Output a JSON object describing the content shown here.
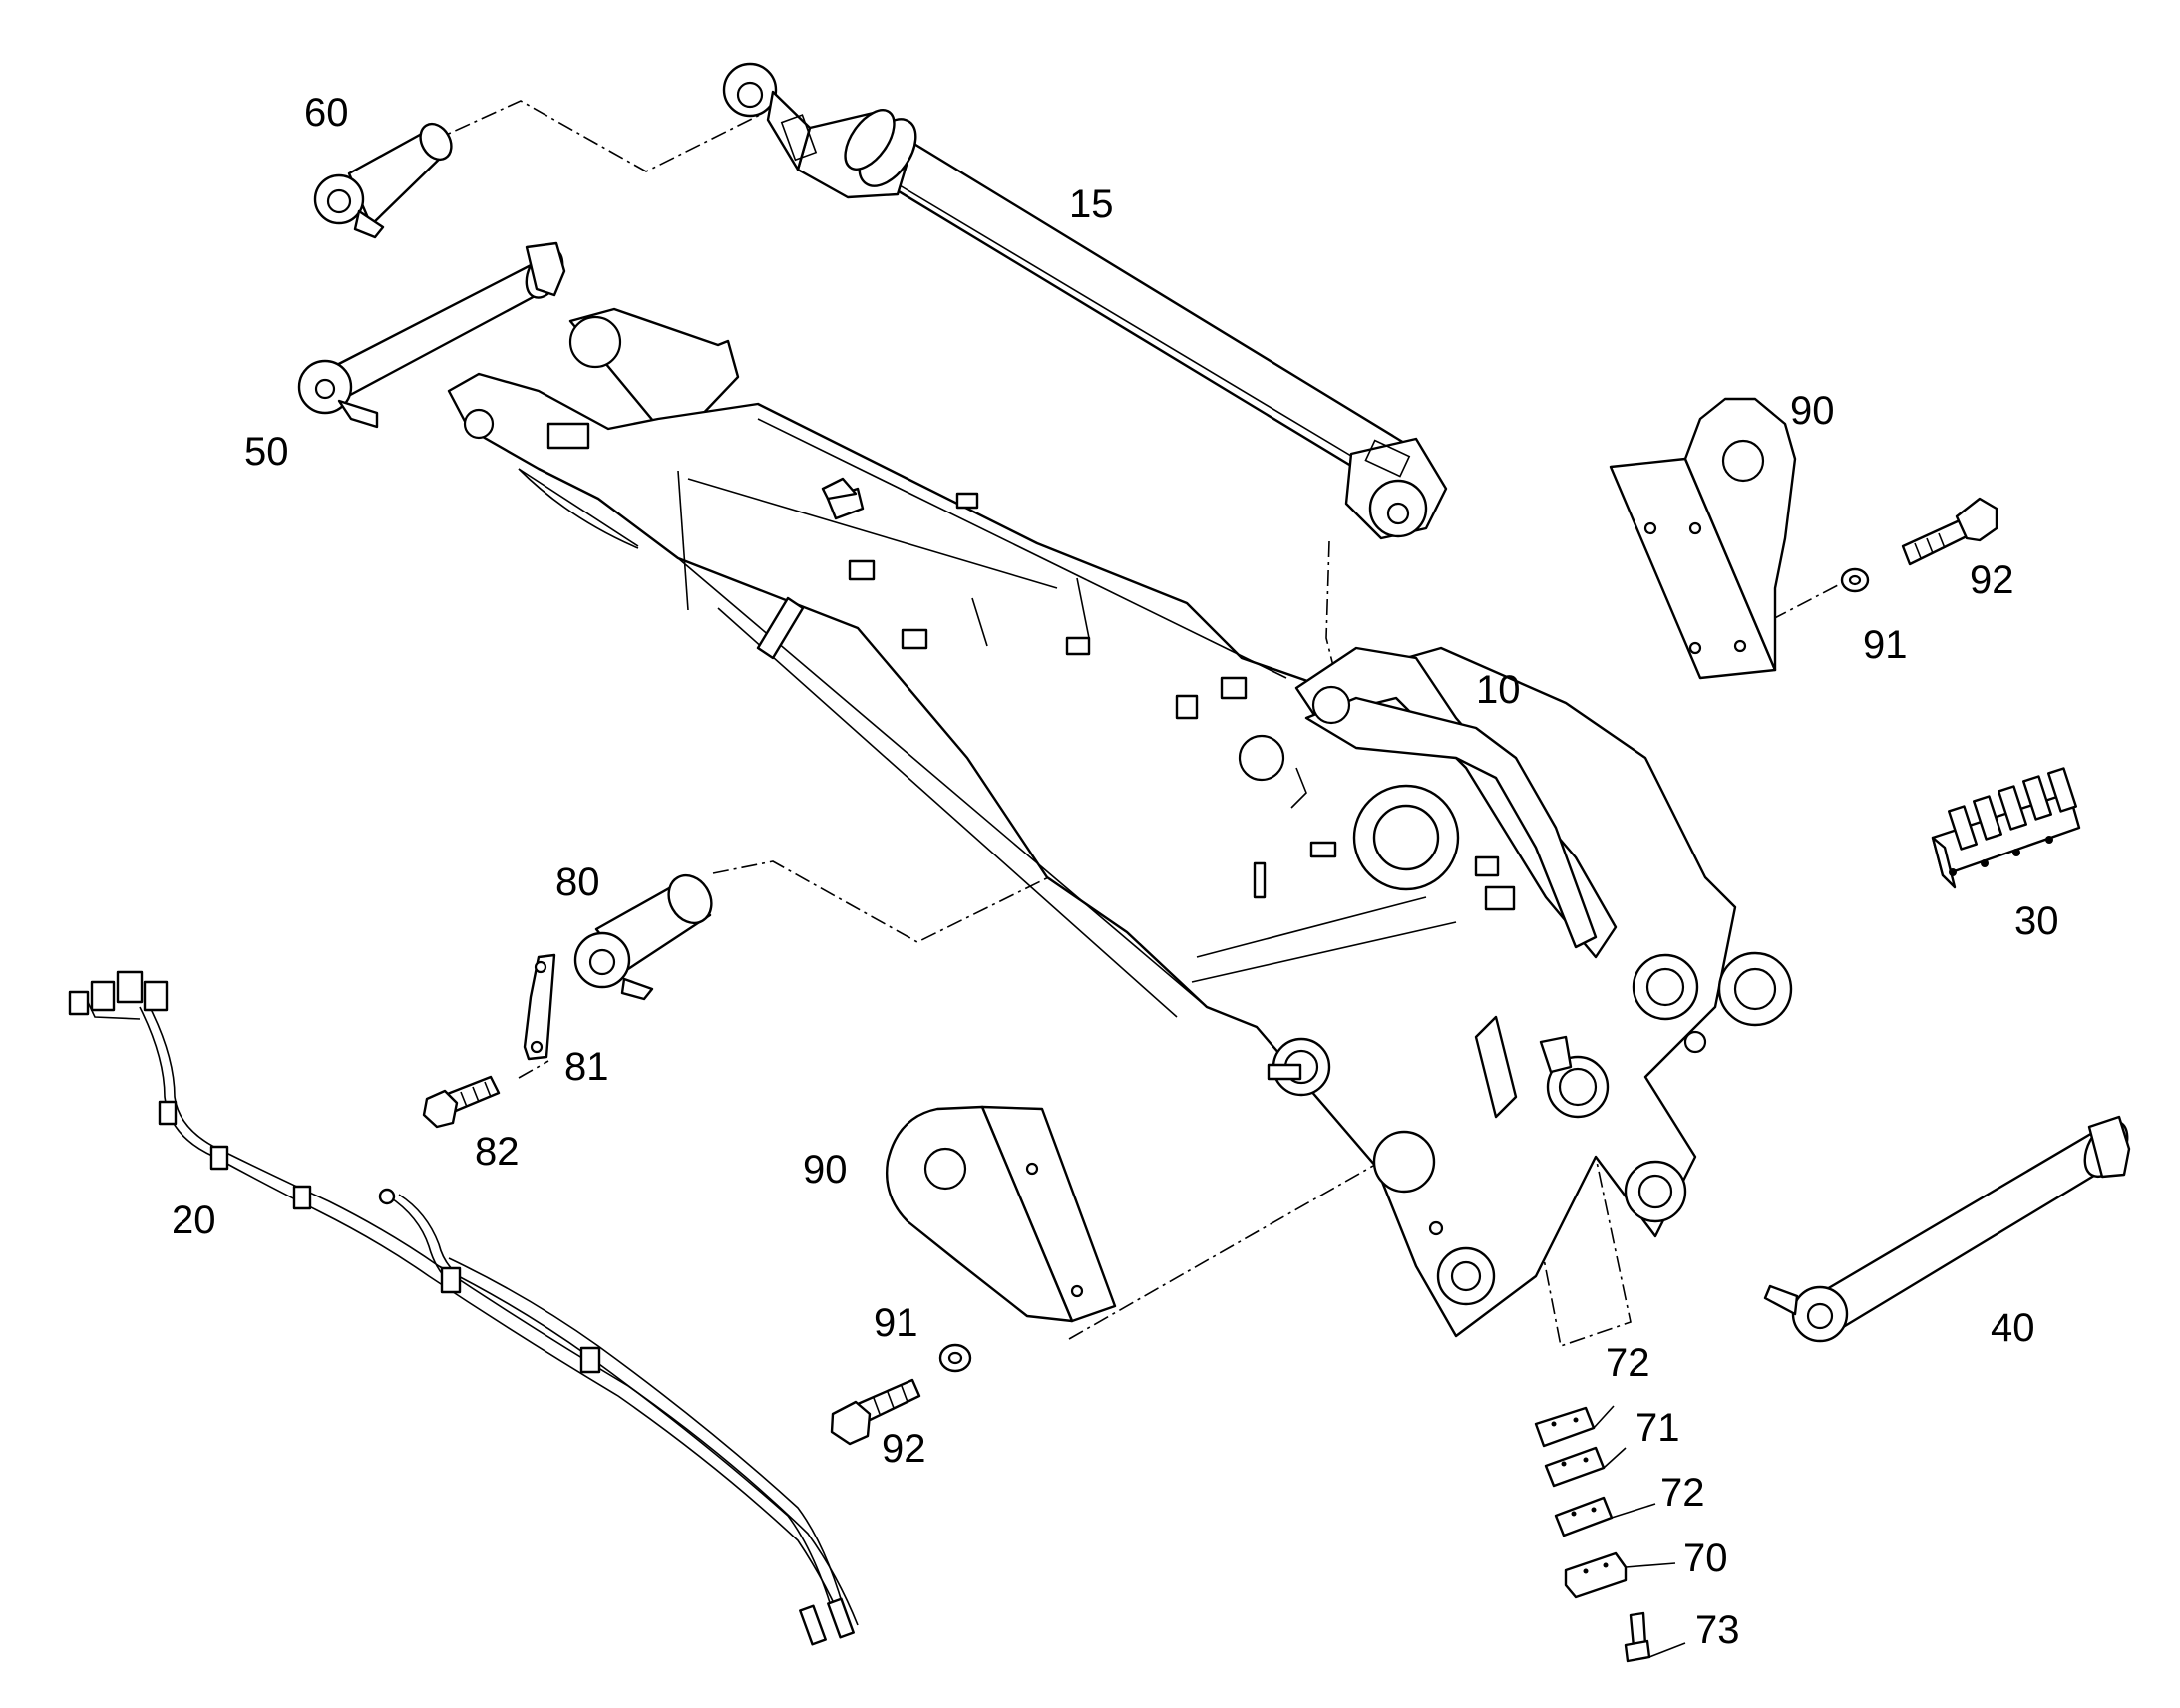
{
  "labels": {
    "p60": "60",
    "p15": "15",
    "p50": "50",
    "p90a": "90",
    "p92a": "92",
    "p91a": "91",
    "p10": "10",
    "p30": "30",
    "p80": "80",
    "p81": "81",
    "p82": "82",
    "p20": "20",
    "p90b": "90",
    "p91b": "91",
    "p92b": "92",
    "p40": "40",
    "p72a": "72",
    "p71": "71",
    "p72b": "72",
    "p70": "70",
    "p73": "73"
  },
  "colors": {
    "line": "#000000",
    "background": "#ffffff"
  }
}
